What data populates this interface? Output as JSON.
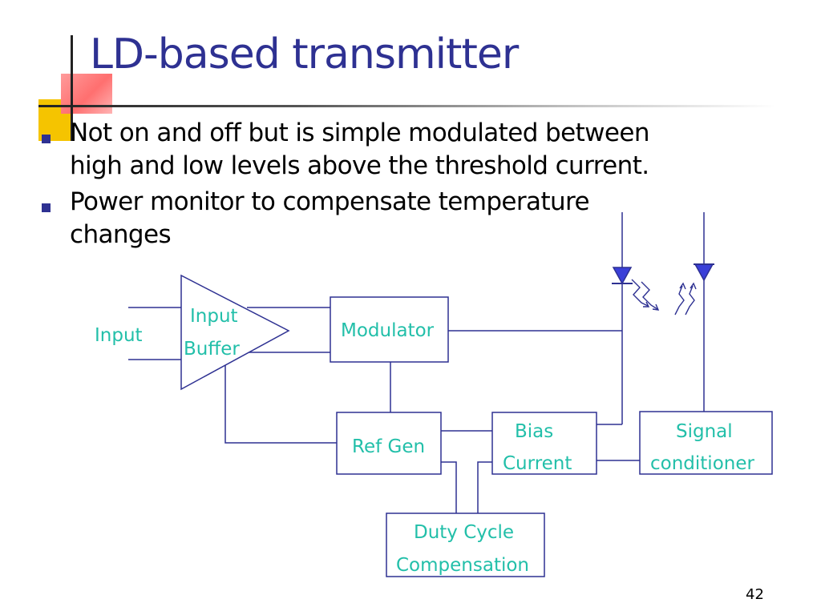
{
  "slide": {
    "title": "LD-based transmitter",
    "page_number": "42",
    "colors": {
      "title": "#2e3192",
      "bullet": "#2e3192",
      "diagram_line": "#2e3192",
      "diagram_label": "#22bfa9",
      "decor_yellow": "#f5c400",
      "decor_red": "#ff6f6f"
    }
  },
  "bullets": [
    {
      "lines": [
        "Not on and off but is simple modulated between",
        "high and low levels above the threshold current."
      ]
    },
    {
      "lines": [
        "Power monitor to compensate temperature",
        "changes"
      ]
    }
  ],
  "diagram": {
    "input_label": "Input",
    "buffer_label": [
      "Input",
      "Buffer"
    ],
    "modulator_label": "Modulator",
    "ref_gen_label": "Ref Gen",
    "bias_label": [
      "Bias",
      "Current"
    ],
    "signal_label": [
      "Signal",
      "conditioner"
    ],
    "duty_label": [
      "Duty Cycle",
      "Compensation"
    ],
    "icons": {
      "laser": "laser-diode-icon",
      "photodiode": "photodiode-icon",
      "light": "light-wave-icon"
    }
  }
}
